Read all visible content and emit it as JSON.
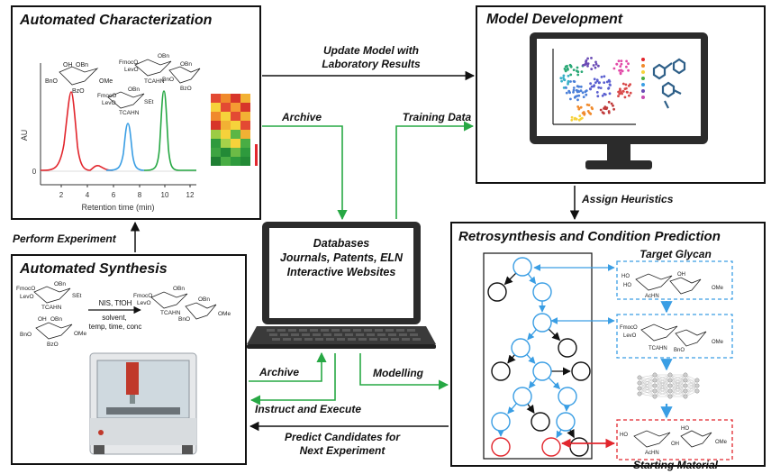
{
  "panels": {
    "characterization": {
      "title": "Automated Characterization"
    },
    "model": {
      "title": "Model Development"
    },
    "synthesis": {
      "title": "Automated Synthesis"
    },
    "retro": {
      "title": "Retrosynthesis and Condition Prediction"
    }
  },
  "chromatogram": {
    "y_axis_label": "AU",
    "y_zero_tick": "0",
    "x_axis_label": "Retention time (min)",
    "x_ticks": [
      "2",
      "4",
      "6",
      "8",
      "10",
      "12"
    ]
  },
  "laptop": {
    "line1": "Databases",
    "line2": "Journals, Patents, ELN",
    "line3": "Interactive Websites"
  },
  "arrows": {
    "update_line1": "Update Model with",
    "update_line2": "Laboratory Results",
    "archive_top": "Archive",
    "training_data": "Training Data",
    "assign_heuristics": "Assign Heuristics",
    "perform_experiment": "Perform Experiment",
    "archive_bottom": "Archive",
    "modelling": "Modelling",
    "instruct_execute": "Instruct and Execute",
    "predict_line1": "Predict Candidates for",
    "predict_line2": "Next Experiment"
  },
  "retro_labels": {
    "target": "Target Glycan",
    "starting": "Starting Material"
  },
  "reaction": {
    "reagents": "NIS, TfOH",
    "conditions_line1": "solvent,",
    "conditions_line2": "temp, time, conc"
  },
  "molecule_labels": {
    "m1_a": "OH",
    "m1_b": "OBn",
    "m1_c": "BnO",
    "m1_d": "OMe",
    "m1_e": "BzO",
    "m2_a": "FmocO",
    "m2_b": "LevO",
    "m2_c": "OBn",
    "m2_d": "SEt",
    "m2_e": "TCAHN",
    "m3_a": "FmocO",
    "m3_b": "LevO",
    "m3_c": "OBn",
    "m3_d": "TCAHN",
    "m3_e": "OBn",
    "m3_f": "BnO",
    "m3_g": "BzO",
    "s1_a": "FmocO",
    "s1_b": "LevO",
    "s1_c": "OBn",
    "s1_d": "SEt",
    "s1_e": "TCAHN",
    "s2_a": "OH",
    "s2_b": "OBn",
    "s2_c": "BnO",
    "s2_d": "OMe",
    "s2_e": "BzO",
    "p_a": "FmocO",
    "p_b": "LevO",
    "p_c": "OBn",
    "p_d": "TCAHN",
    "p_e": "OBn",
    "p_f": "BnO",
    "p_g": "OMe",
    "t_a": "HO",
    "t_b": "HO",
    "t_c": "AcHN",
    "t_d": "OH",
    "t_e": "OMe",
    "i_a": "FmocO",
    "i_b": "LevO",
    "i_c": "TCAHN",
    "i_d": "BnO",
    "i_e": "OMe",
    "sm_a": "HO",
    "sm_b": "AcHN",
    "sm_c": "OH",
    "sm_d": "HO",
    "sm_e": "OMe"
  },
  "colors": {
    "green": "#27a844",
    "blue": "#3a9ee4",
    "red": "#e2262d",
    "dark": "#111111"
  }
}
